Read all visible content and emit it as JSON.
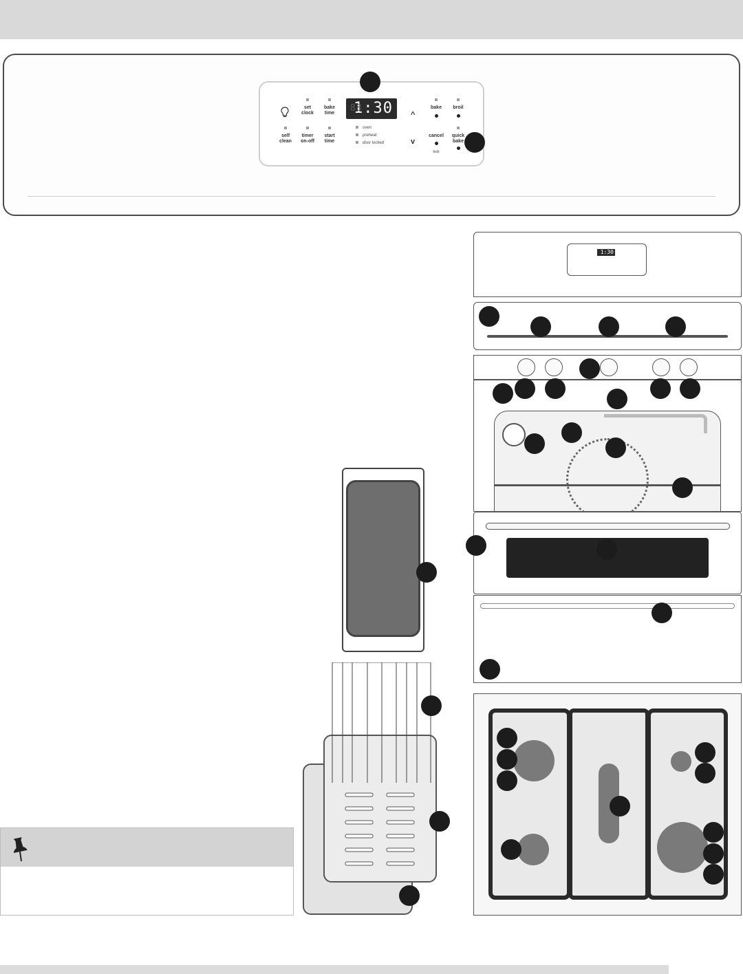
{
  "control_panel": {
    "keys": {
      "oven_light": "",
      "set_clock": "set\nclock",
      "bake_time": "bake\ntime",
      "self_clean": "self\nclean",
      "timer": "timer\non-off",
      "start_time": "start\ntime",
      "bake": "bake",
      "broil": "broil",
      "cancel": "cancel",
      "quick_bake": "quick\nbake",
      "lock_label": "lock"
    },
    "display": {
      "ghost": "88",
      "time": "1:30"
    },
    "status": {
      "oven": "oven",
      "preheat": "preheat",
      "door_locked": "door locked"
    },
    "arrows": {
      "up": "^",
      "down": "v"
    }
  },
  "mini_display": {
    "time": "1:30"
  },
  "icons": [
    "oven-light-icon",
    "lock-icon",
    "pushpin-icon"
  ],
  "colors": {
    "callout": "#1c1c1c",
    "display_bg": "#2b2b2b",
    "header_band": "#d9d9da",
    "note_head": "#d3d3d3"
  }
}
